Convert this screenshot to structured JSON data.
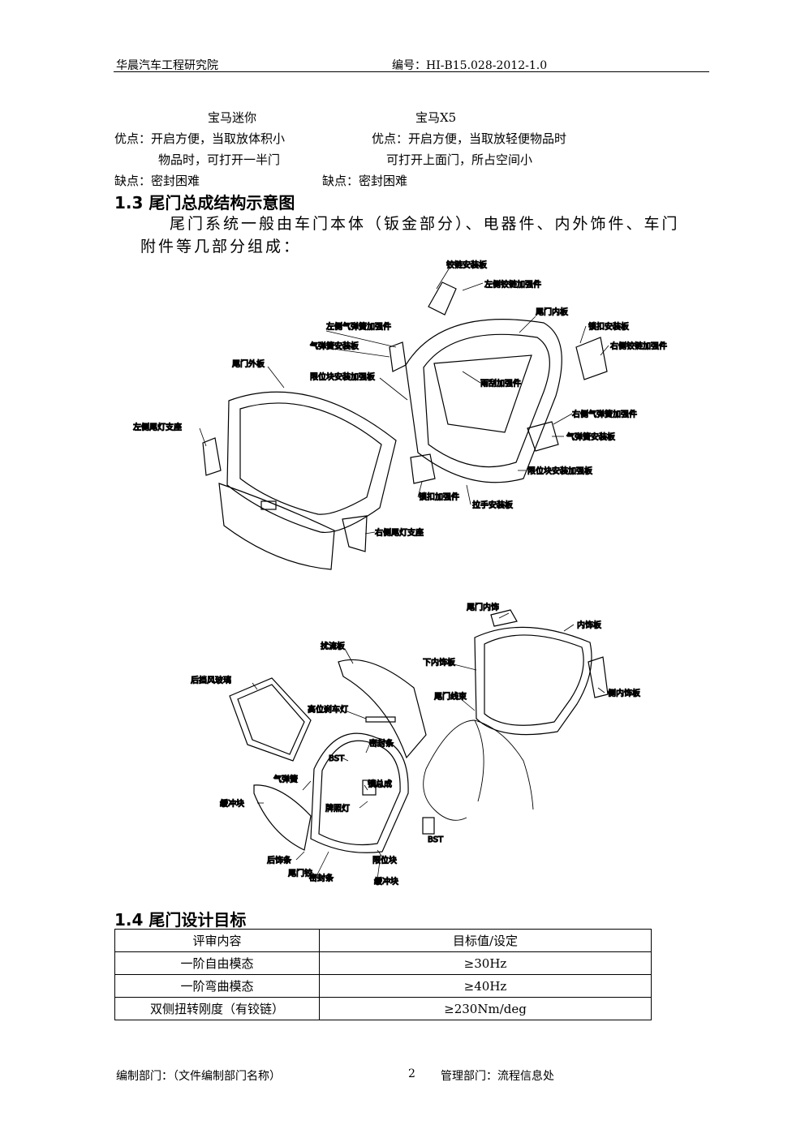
{
  "header": {
    "org": "华晨汽车工程研究院",
    "doc_no": "编号：HI-B15.028-2012-1.0"
  },
  "comparison": {
    "left_title": "宝马迷你",
    "right_title": "宝马X5",
    "left_pro_1": "优点：开启方便，当取放体积小",
    "left_pro_2": "物品时，可打开一半门",
    "left_con": "缺点：密封困难",
    "right_pro_1": "优点：开启方便，当取放轻便物品时",
    "right_pro_2": "可打开上面门，所占空间小",
    "right_con": "缺点：密封困难"
  },
  "section_13": {
    "heading": "1.3 尾门总成结构示意图",
    "para_line1": "尾门系统一般由车门本体（钣金部分）、电器件、内外饰件、车门",
    "para_line2": "附件等几部分组成："
  },
  "figure1_labels": [
    "铰链安装板",
    "左侧铰链加强件",
    "尾门内板",
    "锁扣安装板",
    "左侧气弹簧加强件",
    "气弹簧安装板",
    "尾门外板",
    "限位块安装加强板",
    "右侧铰链加强件",
    "雨刮加强件",
    "左侧尾灯支座",
    "右侧气弹簧加强件",
    "气弹簧安装板",
    "限位块安装加强板",
    "锁扣加强件",
    "拉手安装板",
    "右侧尾灯支座"
  ],
  "figure2_labels": [
    "尾门内饰",
    "内饰板",
    "扰流板",
    "下内饰板",
    "后挡风玻璃",
    "侧内饰板",
    "尾门线束",
    "高位刹车灯",
    "密封条",
    "BST",
    "锁总成",
    "气弹簧",
    "牌照灯",
    "缓冲块",
    "后饰条",
    "尾门铰",
    "限位块",
    "BST",
    "缓冲块",
    "密封条"
  ],
  "section_14": {
    "heading": "1.4 尾门设计目标",
    "table": {
      "headers": [
        "评审内容",
        "目标值/设定"
      ],
      "rows": [
        [
          "一阶自由模态",
          "≥30Hz"
        ],
        [
          "一阶弯曲模态",
          "≥40Hz"
        ],
        [
          "双侧扭转刚度（有铰链）",
          "≥230Nm/deg"
        ]
      ]
    }
  },
  "footer": {
    "dept": "编制部门：（文件编制部门名称）",
    "page": "2",
    "mgmt": "管理部门：流程信息处"
  }
}
